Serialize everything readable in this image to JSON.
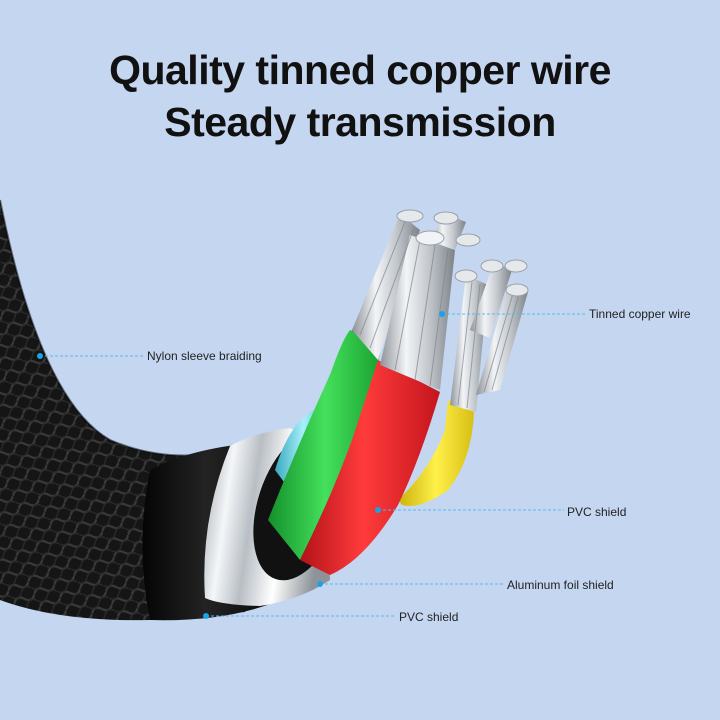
{
  "headline": {
    "line1": "Quality tinned copper wire",
    "line2": "Steady transmission"
  },
  "callouts": {
    "tinned_copper_wire": "Tinned copper wire",
    "nylon_sleeve_braiding": "Nylon sleeve braiding",
    "pvc_shield_inner": "PVC shield",
    "aluminum_foil_shield": "Aluminum foil shield",
    "pvc_shield_outer": "PVC shield"
  },
  "colors": {
    "background": "#c5d6f1",
    "callout_line": "#5bb8e8",
    "callout_dot": "#1aa3e8",
    "braid": "#161616",
    "wire_red": "#e0222a",
    "wire_green": "#2cbf45",
    "wire_yellow": "#ecd61c",
    "wire_purple": "#7a2bc4",
    "wire_cyan": "#6fd6e6",
    "foil": "#d8dde2"
  }
}
